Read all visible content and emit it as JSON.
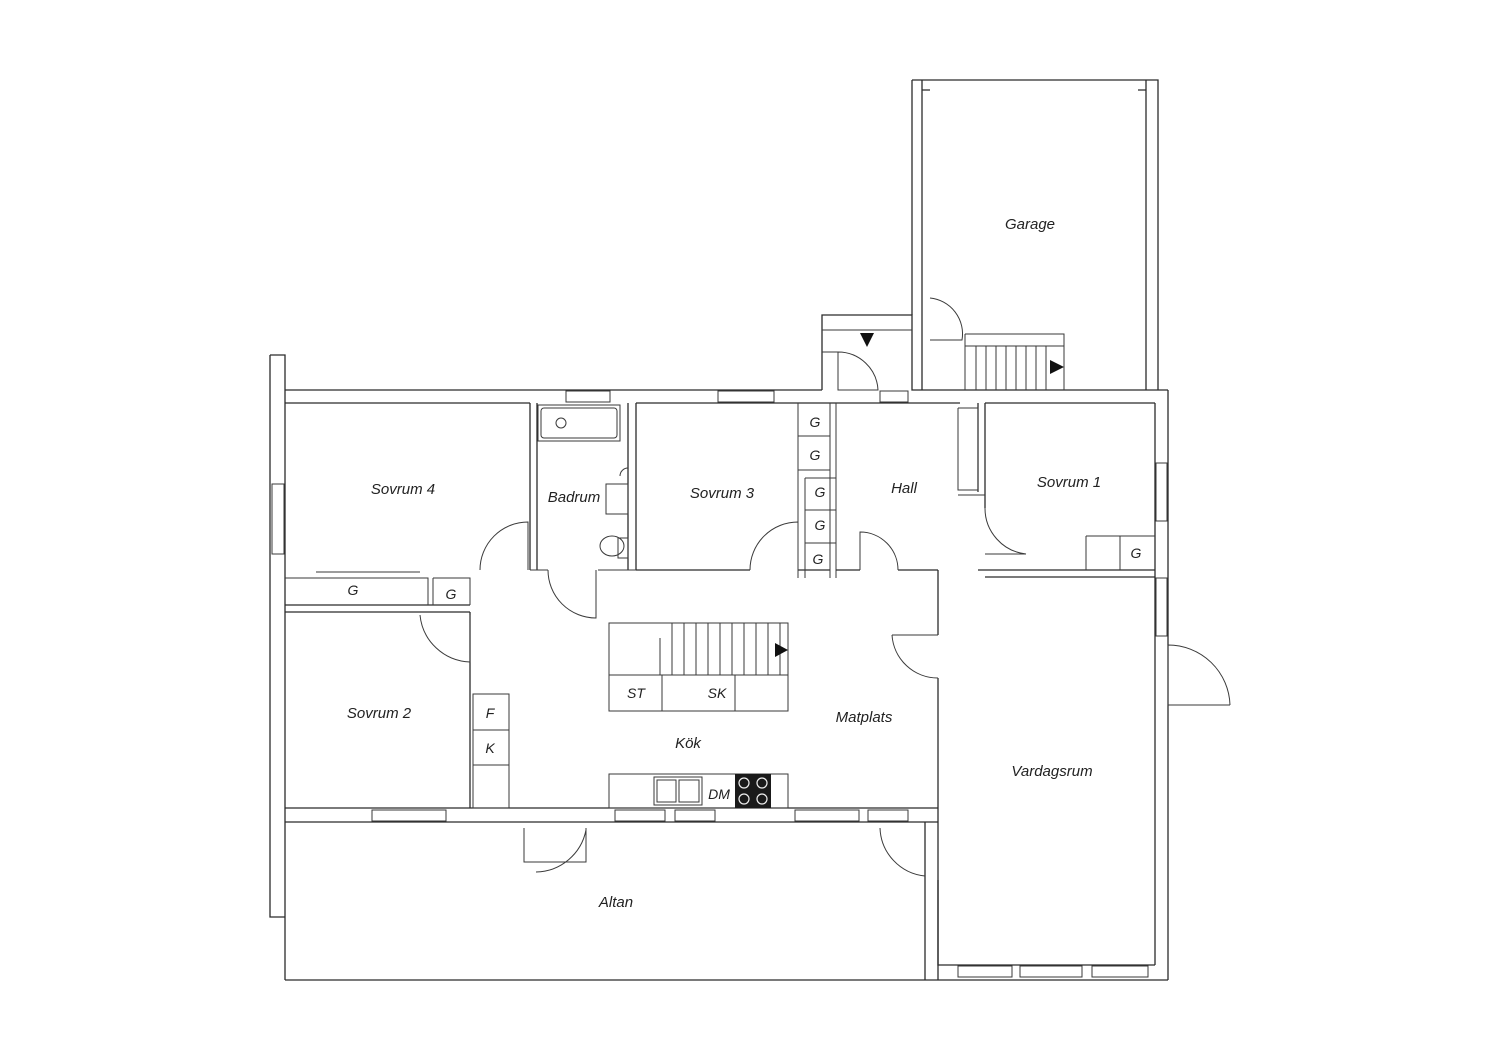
{
  "rooms": {
    "garage": "Garage",
    "sovrum1": "Sovrum 1",
    "sovrum2": "Sovrum 2",
    "sovrum3": "Sovrum 3",
    "sovrum4": "Sovrum 4",
    "badrum": "Badrum",
    "hall": "Hall",
    "kok": "Kök",
    "matplats": "Matplats",
    "vardagsrum": "Vardagsrum",
    "altan": "Altan"
  },
  "fixtures": {
    "garderob": "G",
    "frys": "F",
    "kyl": "K",
    "stad": "ST",
    "skap": "SK",
    "diskmaskin": "DM"
  },
  "colors": {
    "walls": "#2b2b2b",
    "background": "#ffffff",
    "stove": "#1a1a1a"
  }
}
